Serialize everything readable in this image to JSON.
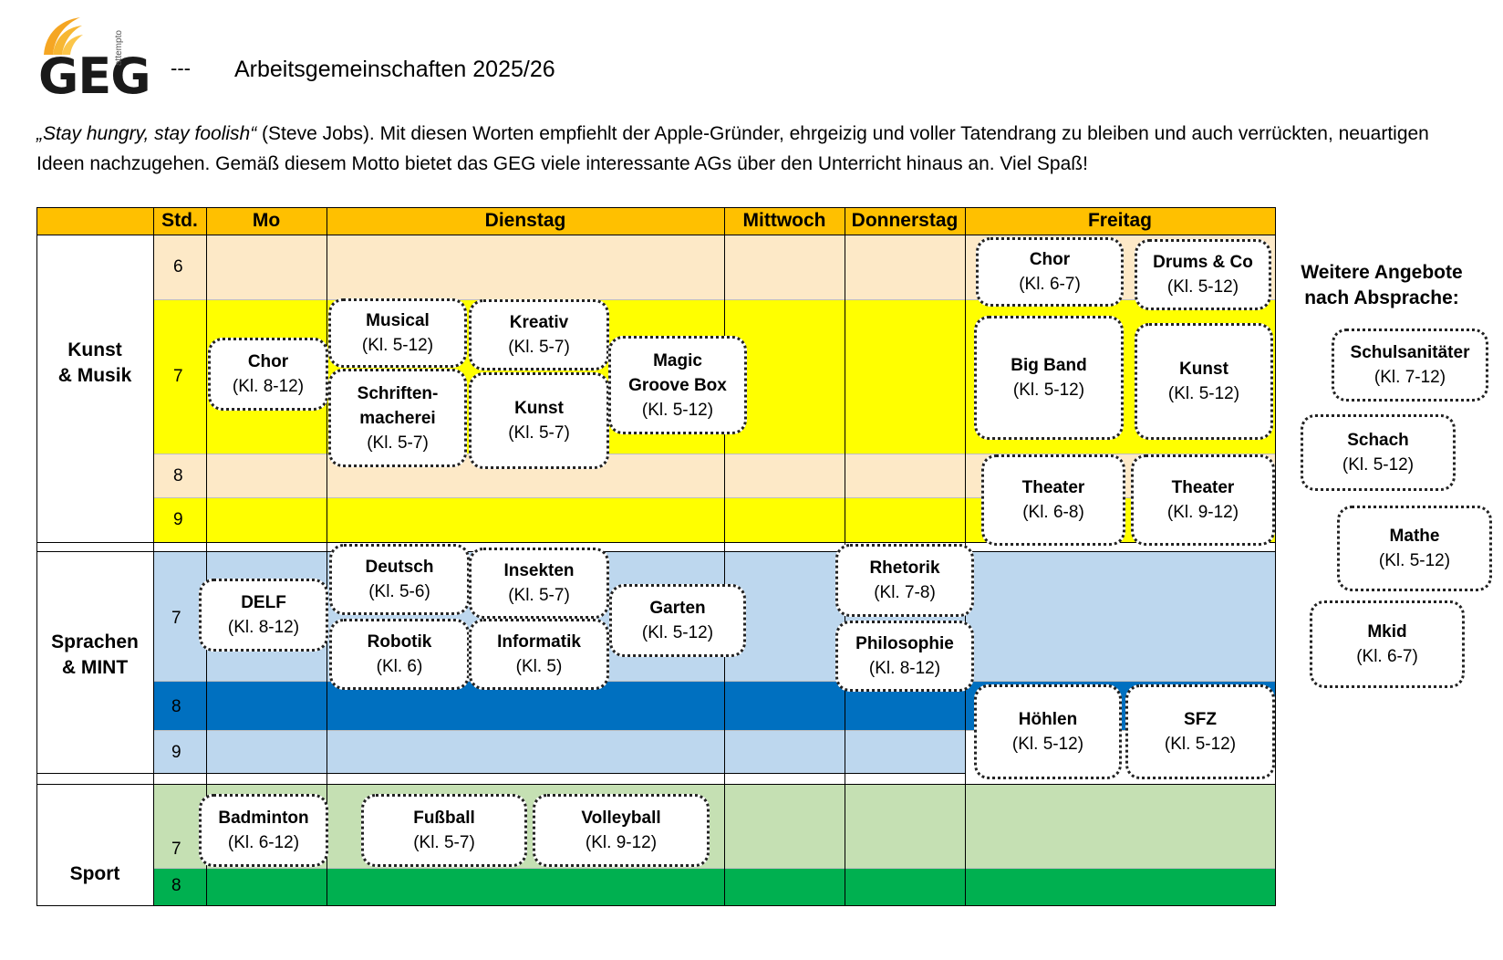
{
  "header": {
    "logo_text": "GEG",
    "logo_vertical": "attempto",
    "separator": "---",
    "title": "Arbeitsgemeinschaften 2025/26"
  },
  "intro": {
    "quote": "„Stay hungry, stay foolish“",
    "text": " (Steve Jobs). Mit diesen Worten empfiehlt der Apple-Gründer, ehrgeizig und voller Tatendrang zu bleiben und auch verrückten, neuartigen Ideen nachzugehen. Gemäß diesem Motto bietet das GEG viele interessante AGs über den Unterricht hinaus an. Viel Spaß!"
  },
  "colors": {
    "header": "#ffc000",
    "kunst_light": "#fde9c7",
    "kunst_yellow": "#ffff00",
    "sprachen_light": "#bdd7ee",
    "sprachen_dark": "#0070c0",
    "sport_light": "#c5e0b3",
    "sport_dark": "#00b050"
  },
  "table": {
    "columns": {
      "std": "Std.",
      "mo": "Mo",
      "di": "Dienstag",
      "mi": "Mittwoch",
      "do": "Donnerstag",
      "fr": "Freitag"
    },
    "categories": {
      "kunst": [
        "Kunst",
        "& Musik"
      ],
      "sprachen": [
        "Sprachen",
        "& MINT"
      ],
      "sport": [
        "Sport"
      ]
    },
    "periods": {
      "k6": "6",
      "k7": "7",
      "k8": "8",
      "k9": "9",
      "s7": "7",
      "s8": "8",
      "s9": "9",
      "p7": "7",
      "p8": "8"
    }
  },
  "cards": {
    "chor_fr": {
      "name": "Chor",
      "grade": "(Kl. 6-7)"
    },
    "drums": {
      "name": "Drums & Co",
      "grade": "(Kl. 5-12)"
    },
    "musical": {
      "name": "Musical",
      "grade": "(Kl. 5-12)"
    },
    "kreativ": {
      "name": "Kreativ",
      "grade": "(Kl. 5-7)"
    },
    "chor_mo": {
      "name": "Chor",
      "grade": "(Kl. 8-12)"
    },
    "schrift": {
      "name1": "Schriften-",
      "name2": "macherei",
      "grade": "(Kl. 5-7)"
    },
    "kunst_di": {
      "name": "Kunst",
      "grade": "(Kl. 5-7)"
    },
    "magic": {
      "name1": "Magic",
      "name2": "Groove Box",
      "grade": "(Kl. 5-12)"
    },
    "bigband": {
      "name": "Big Band",
      "grade": "(Kl. 5-12)"
    },
    "kunst_fr": {
      "name": "Kunst",
      "grade": "(Kl. 5-12)"
    },
    "theater1": {
      "name": "Theater",
      "grade": "(Kl. 6-8)"
    },
    "theater2": {
      "name": "Theater",
      "grade": "(Kl. 9-12)"
    },
    "deutsch": {
      "name": "Deutsch",
      "grade": "(Kl. 5-6)"
    },
    "insekten": {
      "name": "Insekten",
      "grade": "(Kl. 5-7)"
    },
    "delf": {
      "name": "DELF",
      "grade": "(Kl. 8-12)"
    },
    "garten": {
      "name": "Garten",
      "grade": "(Kl. 5-12)"
    },
    "robotik": {
      "name": "Robotik",
      "grade": "(Kl. 6)"
    },
    "informatik": {
      "name": "Informatik",
      "grade": "(Kl. 5)"
    },
    "rhetorik": {
      "name": "Rhetorik",
      "grade": "(Kl. 7-8)"
    },
    "philo": {
      "name": "Philosophie",
      "grade": "(Kl. 8-12)"
    },
    "hoehlen": {
      "name": "Höhlen",
      "grade": "(Kl. 5-12)"
    },
    "sfz": {
      "name": "SFZ",
      "grade": "(Kl. 5-12)"
    },
    "badminton": {
      "name": "Badminton",
      "grade": "(Kl. 6-12)"
    },
    "fussball": {
      "name": "Fußball",
      "grade": "(Kl. 5-7)"
    },
    "volleyball": {
      "name": "Volleyball",
      "grade": "(Kl. 9-12)"
    }
  },
  "side": {
    "heading1": "Weitere Angebote",
    "heading2": "nach Absprache:",
    "items": {
      "sani": {
        "name": "Schulsanitäter",
        "grade": "(Kl. 7-12)"
      },
      "schach": {
        "name": "Schach",
        "grade": "(Kl. 5-12)"
      },
      "mathe": {
        "name": "Mathe",
        "grade": "(Kl. 5-12)"
      },
      "mkid": {
        "name": "Mkid",
        "grade": "(Kl. 6-7)"
      }
    }
  }
}
